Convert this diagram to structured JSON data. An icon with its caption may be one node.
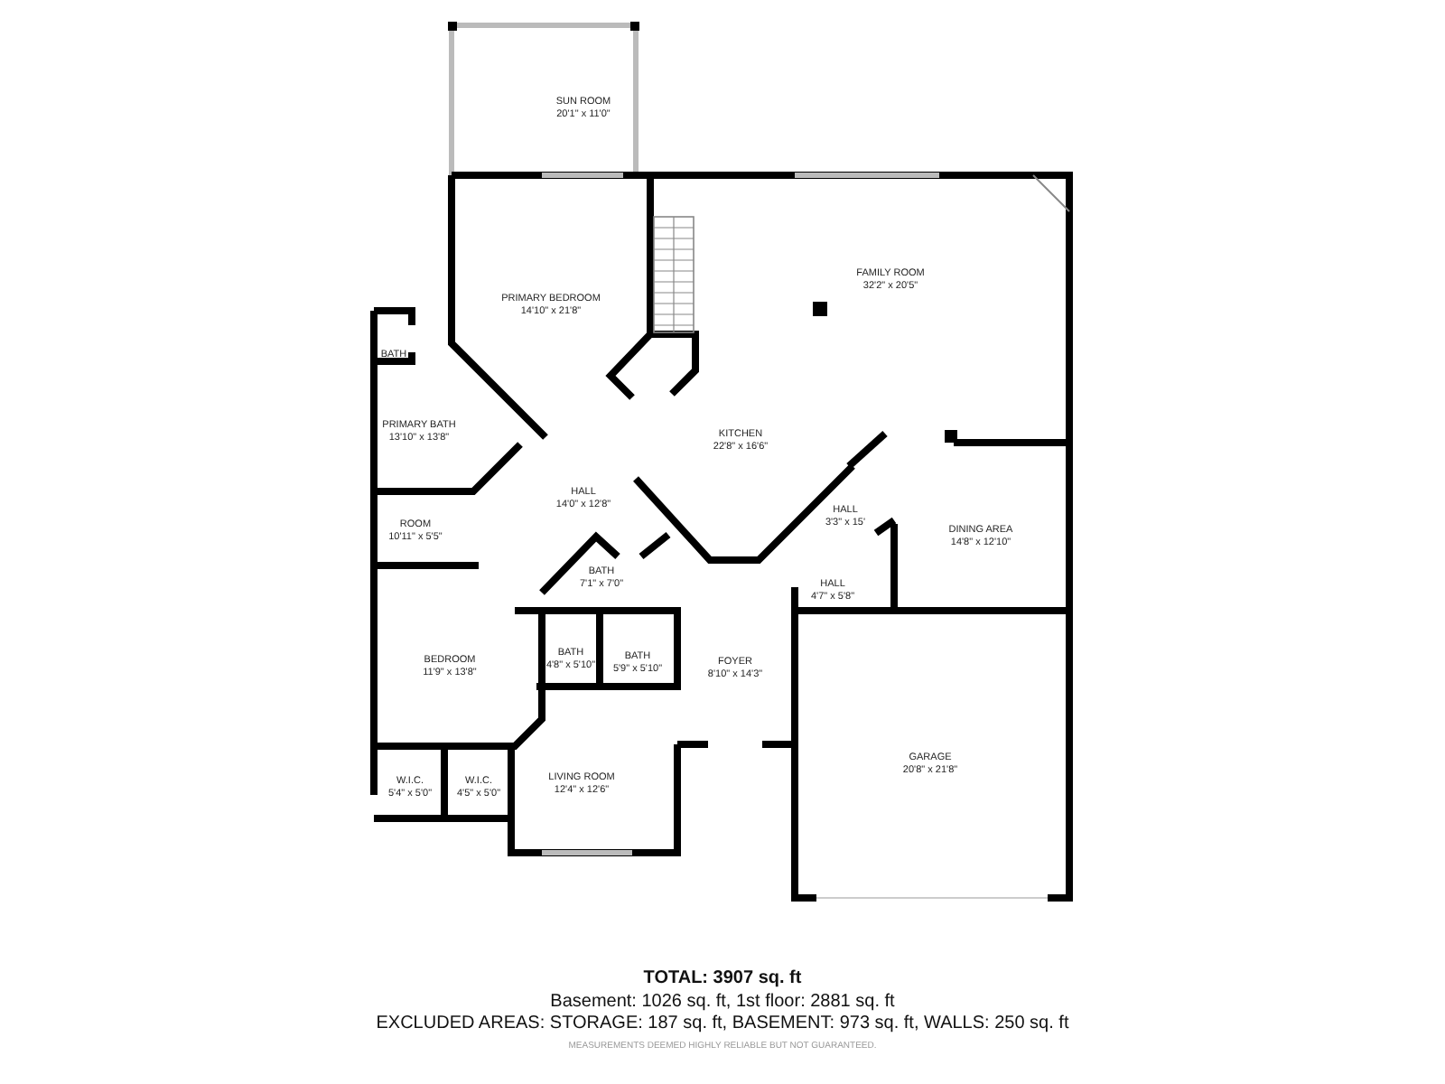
{
  "diagram": {
    "nodes": [
      {
        "text": [
          "SUN ROOM",
          "20'1\" x 11'0\""
        ]
      },
      {
        "text": [
          "PRIMARY BEDROOM",
          "14'10\" x 21'8\""
        ]
      },
      {
        "text": [
          "FAMILY ROOM",
          "32'2\" x 20'5\""
        ]
      },
      {
        "text": [
          "BATH"
        ]
      },
      {
        "text": [
          "PRIMARY BATH",
          "13'10\" x 13'8\""
        ]
      },
      {
        "text": [
          "KITCHEN",
          "22'8\" x 16'6\""
        ]
      },
      {
        "text": [
          "HALL",
          "14'0\" x 12'8\""
        ]
      },
      {
        "text": [
          "HALL",
          "3'3\" x 15'"
        ]
      },
      {
        "text": [
          "DINING AREA",
          "14'8\" x 12'10\""
        ]
      },
      {
        "text": [
          "ROOM",
          "10'11\" x 5'5\""
        ]
      },
      {
        "text": [
          "BATH",
          "7'1\" x 7'0\""
        ]
      },
      {
        "text": [
          "HALL",
          "4'7\" x 5'8\""
        ]
      },
      {
        "text": [
          "BEDROOM",
          "11'9\" x 13'8\""
        ]
      },
      {
        "text": [
          "BATH",
          "4'8\" x 5'10\""
        ]
      },
      {
        "text": [
          "BATH",
          "5'9\" x 5'10\""
        ]
      },
      {
        "text": [
          "FOYER",
          "8'10\" x 14'3\""
        ]
      },
      {
        "text": [
          "GARAGE",
          "20'8\" x 21'8\""
        ]
      },
      {
        "text": [
          "W.I.C.",
          "5'4\" x 5'0\""
        ]
      },
      {
        "text": [
          "W.I.C.",
          "4'5\" x 5'0\""
        ]
      },
      {
        "text": [
          "LIVING ROOM",
          "12'4\" x 12'6\""
        ]
      }
    ],
    "labels": [
      "TOTAL: 3907 sq. ft",
      "Basement: 1026 sq. ft, 1st floor: 2881 sq. ft",
      "EXCLUDED AREAS: STORAGE: 187 sq. ft, BASEMENT: 973 sq. ft, WALLS: 250 sq. ft",
      "MEASUREMENTS DEEMED HIGHLY RELIABLE BUT NOT GUARANTEED."
    ]
  }
}
